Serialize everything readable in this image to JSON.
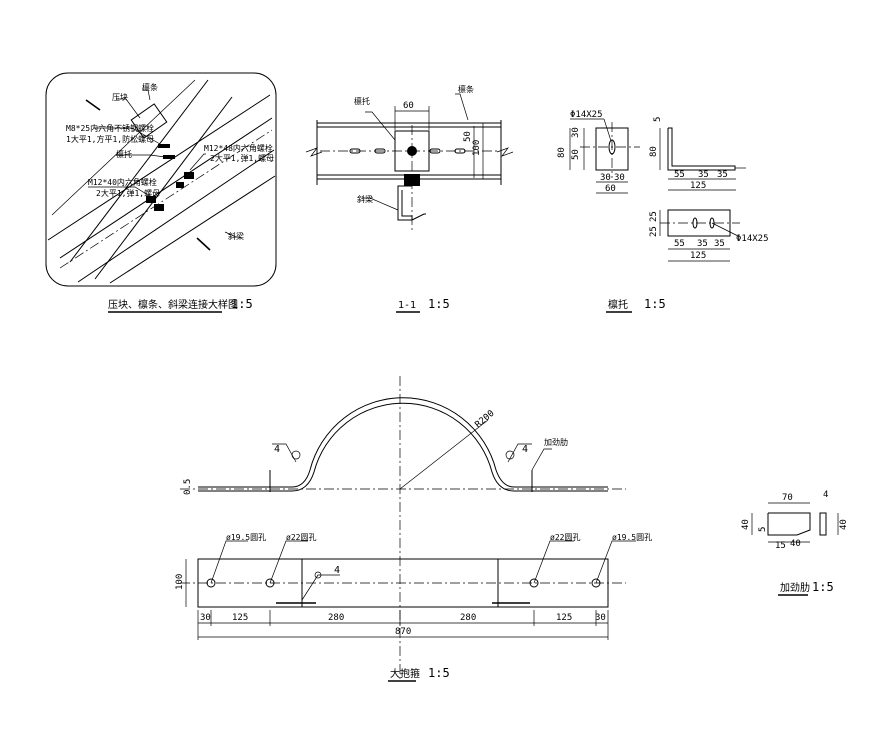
{
  "details": {
    "connection": {
      "title": "压块、檩条、斜梁连接大样图",
      "scale": "1:5",
      "labels": {
        "purlin": "檩条",
        "press_block": "压块",
        "bolt_m8": "M8*25内六角不锈钢螺栓",
        "bolt_m8_note": "1大平1,方平1,防松螺母",
        "purlin_support": "檩托",
        "bolt_m12_48": "M12*48内六角螺栓",
        "bolt_m12_48_note": "2大平1,弹1,螺母",
        "bolt_m12_40": "M12*40内六角螺栓",
        "bolt_m12_40_note": "2大平1,弹1,螺母",
        "beam": "斜梁"
      }
    },
    "section_1_1": {
      "title": "1-1",
      "scale": "1:5",
      "labels": {
        "support": "檩托",
        "purlin": "檩条",
        "beam": "斜梁"
      },
      "dims": {
        "width": "60",
        "h50": "50",
        "h100": "100"
      }
    },
    "purlin_support": {
      "title": "檩托",
      "scale": "1:5",
      "dims": {
        "hole": "Φ14X25",
        "h30": "30",
        "h50": "50",
        "h80": "80",
        "w30a": "30",
        "w30b": "30",
        "w60": "60",
        "t5": "5",
        "v80": "80",
        "w55": "55",
        "w35a": "35",
        "w35b": "35",
        "w125": "125",
        "h25a": "25",
        "h25b": "25",
        "w55b": "55",
        "w35c": "35",
        "w35d": "35",
        "w125b": "125",
        "hole2": "Φ14X25"
      }
    },
    "big_hoop": {
      "title": "大抱箍",
      "scale": "1:5",
      "labels": {
        "radius": "R200",
        "stiffener": "加劲肋",
        "weld": "4",
        "weld2": "4",
        "weld3": "4",
        "hole_195_left": "ø19.5圆孔",
        "hole_22_left": "ø22圆孔",
        "hole_22_right": "ø22圆孔",
        "hole_195_right": "ø19.5圆孔",
        "thickness": "0.5",
        "height": "100"
      },
      "dims": [
        "30",
        "125",
        "280",
        "280",
        "125",
        "30"
      ],
      "total": "870"
    },
    "stiffener": {
      "title": "加劲肋",
      "scale": "1:5",
      "dims": {
        "w70": "70",
        "t4": "4",
        "h40": "40",
        "h5": "5",
        "w15": "15",
        "w40": "40",
        "h40b": "40"
      }
    }
  }
}
